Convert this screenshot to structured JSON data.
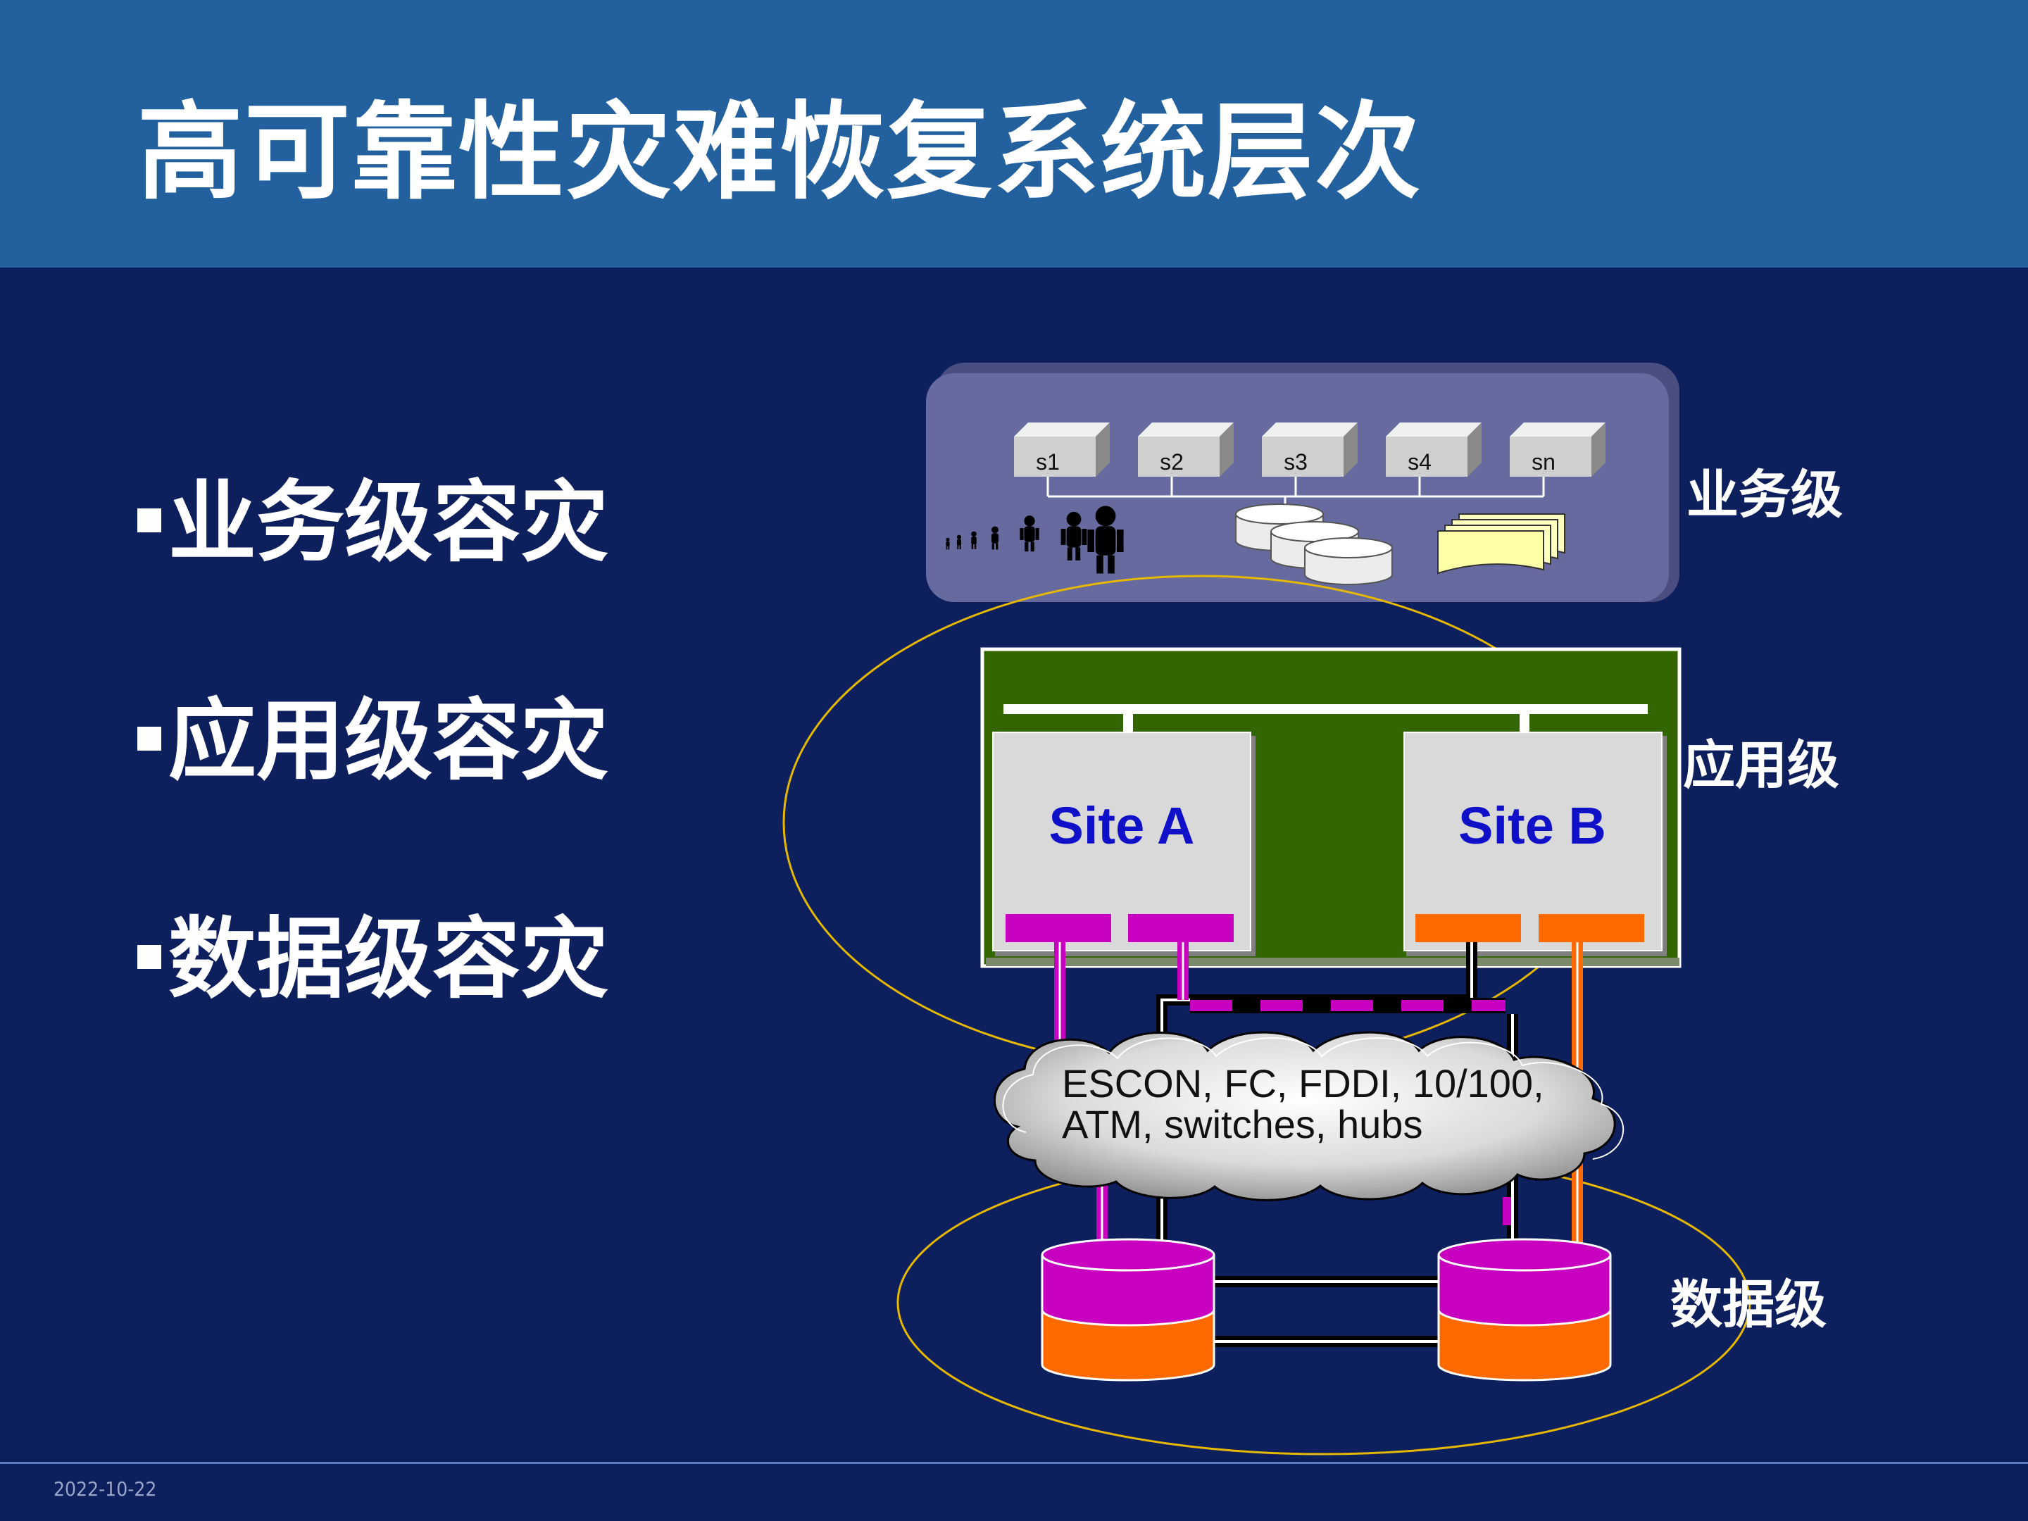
{
  "title": "高可靠性灾难恢复系统层次",
  "bullets": [
    "业务级容灾",
    "应用级容灾",
    "数据级容灾"
  ],
  "diagram": {
    "servers": [
      "s1",
      "s2",
      "s3",
      "s4",
      "sn"
    ],
    "level_labels": {
      "business": "业务级",
      "application": "应用级",
      "data": "数据级"
    },
    "sites": [
      "Site A",
      "Site B"
    ],
    "network_text": [
      "ESCON, FC, FDDI, 10/100,",
      "ATM, switches, hubs"
    ],
    "colors": {
      "magenta": "#c800c0",
      "orange": "#ff6a00",
      "green_panel": "#336600",
      "business_panel": "#666a9e",
      "ellipse": "#e6b800"
    }
  },
  "footer": {
    "date": "2022-10-22"
  }
}
